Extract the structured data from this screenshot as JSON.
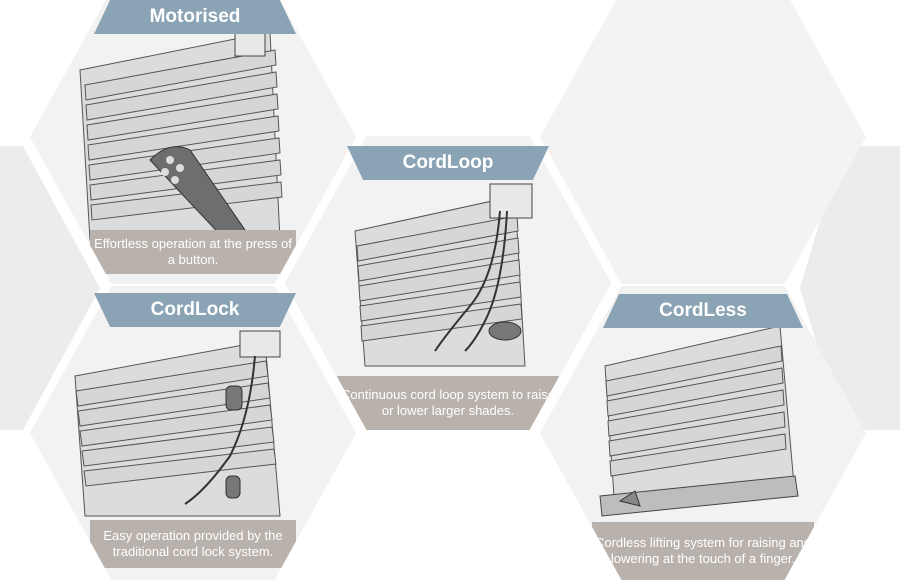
{
  "colors": {
    "banner": "#8aa3b5",
    "caption": "#b9b2ac",
    "hex_fill": "#f1f1f1",
    "side_fill": "#ececec"
  },
  "tiles": {
    "motorised": {
      "title": "Motorised",
      "caption": "Effortless operation at the press of a button."
    },
    "cordloop": {
      "title": "CordLoop",
      "caption": "Continuous cord loop system to raise or lower larger shades."
    },
    "cordlock": {
      "title": "CordLock",
      "caption": "Easy operation provided by the traditional cord lock system."
    },
    "cordless": {
      "title": "CordLess",
      "caption": "Cordless lifting system for raising and lowering at the touch of a finger."
    }
  }
}
